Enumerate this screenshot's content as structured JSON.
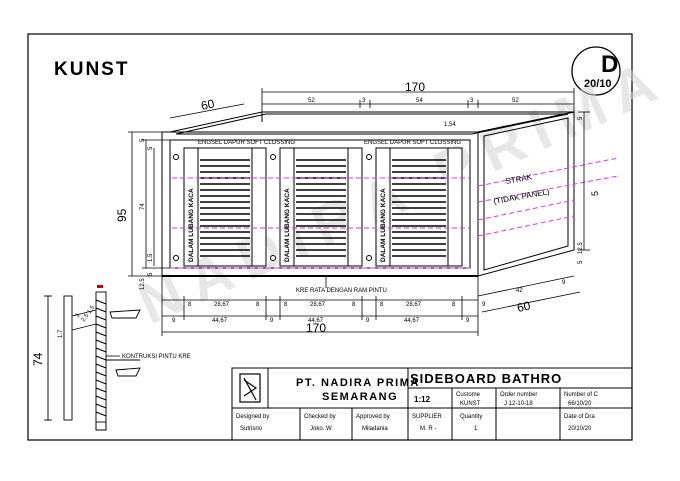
{
  "header": {
    "title": "KUNST",
    "sheet_letter": "D",
    "sheet_date": "20/10"
  },
  "watermark": "NADIRA PRIMA",
  "dimensions": {
    "top_width": "170",
    "depth_top": "60",
    "top_segments": [
      "52",
      "3",
      "54",
      "3",
      "52"
    ],
    "top_inner": "1,54",
    "height": "95",
    "height_inner": "74",
    "left_small": [
      "5",
      "5",
      "1.5",
      "12.5",
      "5"
    ],
    "right_small": [
      "5",
      "12.5",
      "5"
    ],
    "side_depth": "60",
    "side_depth_small": "42",
    "side_end": "9",
    "side_front": "5",
    "door_widths": [
      "28,67",
      "28,67",
      "28,67"
    ],
    "door_outer": [
      "44,67",
      "44,67",
      "44,67"
    ],
    "gap_small": [
      "8",
      "8",
      "8",
      "8",
      "8",
      "8"
    ],
    "gap_nine": [
      "9",
      "9",
      "9",
      "9"
    ],
    "bottom_width": "170",
    "section_height": "74",
    "section_small": [
      "1.7",
      "3",
      "2.5",
      "1.5"
    ]
  },
  "annotations": {
    "engsel_left": "ENGSEL DAPUR SOFT CLOSSING",
    "engsel_right": "ENGSEL DAPUR SOFT CLOSSING",
    "strak": "STRAK",
    "tidak_panel": "(TIDAK PANEL)",
    "kre_rata": "KRE RATA DENGAN RAM PINTU",
    "konstruksi": "KONTRUKSI PINTU KRE",
    "door_stamp": "DALAM LUBANG KACA"
  },
  "title_block": {
    "company_1": "PT. NADIRA PRIMA",
    "company_2": "SEMARANG",
    "drawing_title": "SIDEBOARD BATHRO",
    "scale": "1:12",
    "customer_label": "Custome",
    "customer_value": "KUNST",
    "order_label": "Order number",
    "order_value": "J 12-10-18",
    "number_label": "Number of C",
    "number_value": "66/10/20",
    "designed_label": "Designed by",
    "designed_value": "Sutrisno",
    "checked_label": "Checked by",
    "checked_value": "Joko. W",
    "approved_label": "Approved by",
    "approved_value": "Miladania",
    "supplier_label": "SUPPLIER",
    "supplier_value": "M. R -",
    "quantity_label": "Quantity",
    "quantity_value": "1",
    "date_label": "Date of Dra",
    "date_value": "20/10/20"
  }
}
